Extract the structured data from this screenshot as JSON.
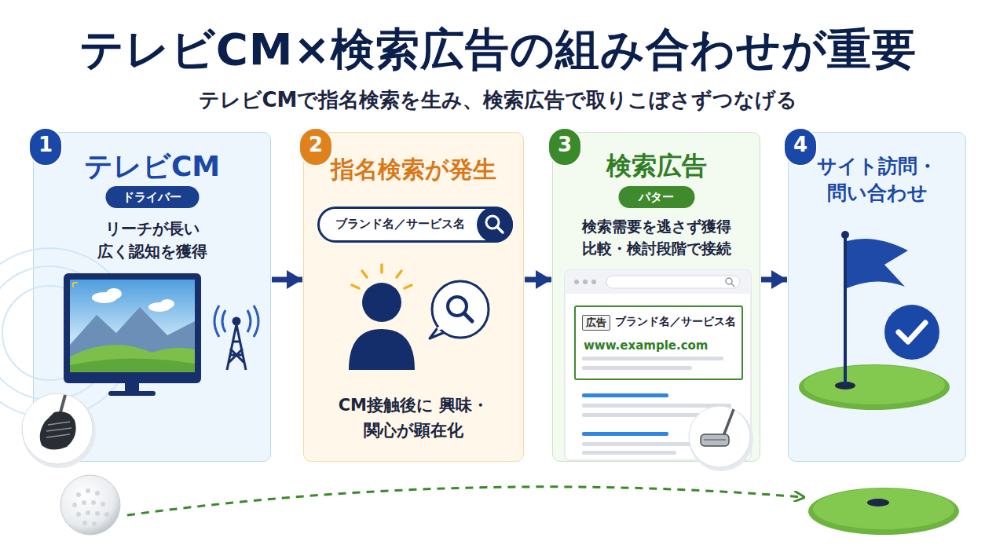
{
  "diagram": {
    "title": "テレビCM×検索広告の組み合わせが重要",
    "nodes": [
      {
        "text": [
          "テレビCM",
          "リーチが長い 広く認知を獲得"
        ]
      },
      {
        "text": [
          "1"
        ],
        "in": 0
      },
      {
        "text": [
          "ドライバー"
        ],
        "in": 0
      },
      {
        "text": [
          "指名検索が発生",
          "CM接触後に 興味・関心が顕在化"
        ]
      },
      {
        "text": [
          "2"
        ],
        "in": 3
      },
      {
        "text": [
          "ブランド名／サービス名"
        ],
        "in": 3
      },
      {
        "text": [
          "検索広告",
          "検索需要を逃さず獲得 比較・検討段階で接続"
        ]
      },
      {
        "text": [
          "3"
        ],
        "in": 6
      },
      {
        "text": [
          "パター"
        ],
        "in": 6
      },
      {
        "text": [
          "ブランド名／サービス名",
          "www.example.com"
        ],
        "in": 6
      },
      {
        "text": [
          "広告"
        ],
        "in": 9
      },
      {
        "text": [
          "サイト訪問・問い合わせ"
        ]
      },
      {
        "text": [
          "4"
        ],
        "in": 11
      }
    ],
    "edges": [
      {
        "from": 0,
        "to": 3,
        "arrow": "to"
      },
      {
        "from": 3,
        "to": 6,
        "arrow": "to"
      },
      {
        "from": 6,
        "to": 11,
        "arrow": "to"
      }
    ],
    "labels": [
      "テレビCMで指名検索を生み、検索広告で取りこぼさずつなげる"
    ]
  }
}
